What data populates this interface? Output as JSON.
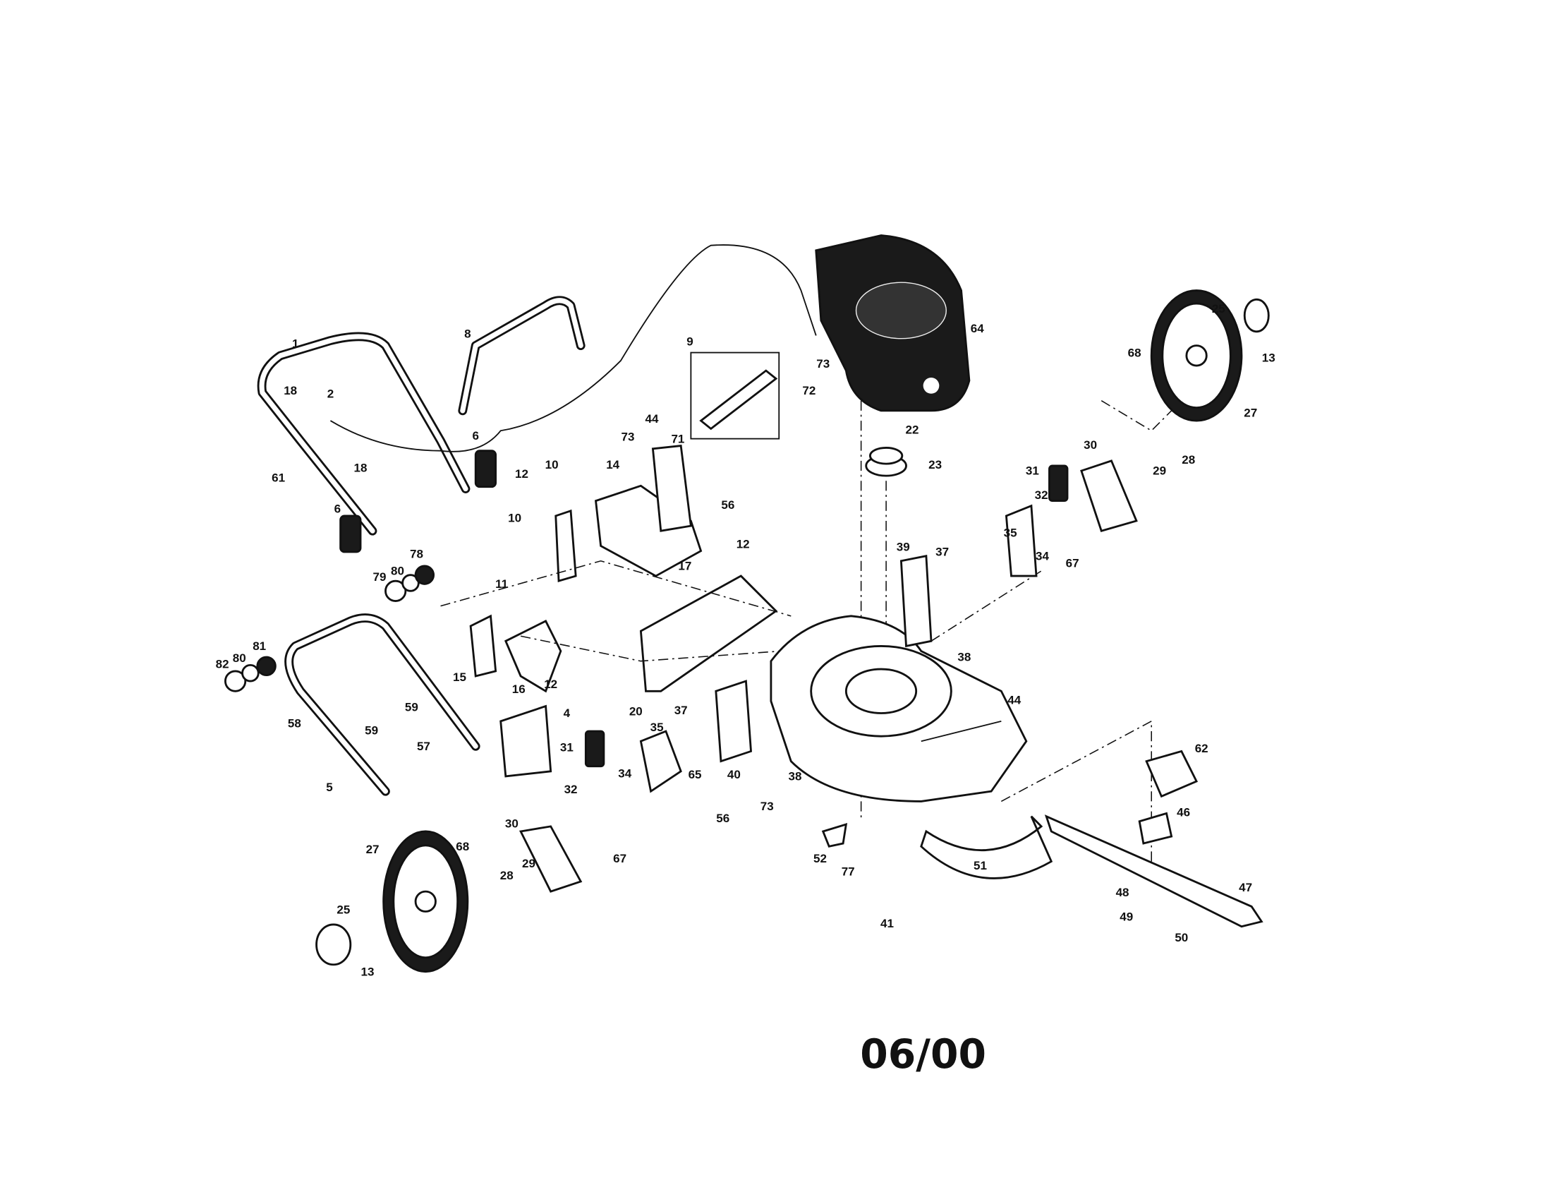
{
  "diagram": {
    "date_code": "06/00",
    "labels": [
      "1",
      "18",
      "2",
      "18",
      "61",
      "6",
      "6",
      "8",
      "9",
      "73",
      "72",
      "73",
      "71",
      "44",
      "64",
      "12",
      "10",
      "14",
      "56",
      "12",
      "10",
      "17",
      "11",
      "15",
      "16",
      "12",
      "20",
      "4",
      "79",
      "80",
      "78",
      "82",
      "80",
      "81",
      "58",
      "59",
      "59",
      "57",
      "5",
      "22",
      "23",
      "39",
      "37",
      "38",
      "35",
      "34",
      "67",
      "31",
      "32",
      "30",
      "29",
      "28",
      "25",
      "13",
      "68",
      "27",
      "37",
      "35",
      "40",
      "65",
      "38",
      "73",
      "56",
      "31",
      "32",
      "34",
      "30",
      "67",
      "29",
      "28",
      "68",
      "27",
      "25",
      "13",
      "44",
      "62",
      "46",
      "47",
      "48",
      "49",
      "50",
      "51",
      "52",
      "77",
      "41"
    ]
  }
}
